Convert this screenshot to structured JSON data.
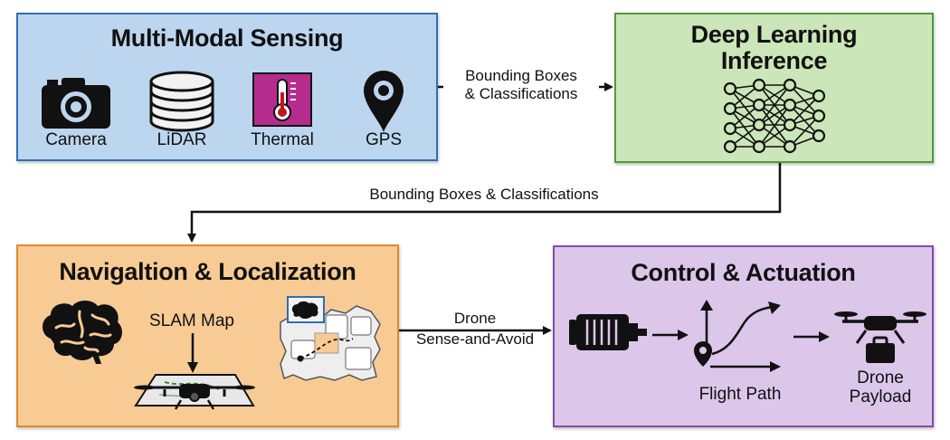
{
  "colors": {
    "sensing_fill": "#bcd6ef",
    "sensing_border": "#2f6fb4",
    "inference_fill": "#cbe6b8",
    "inference_border": "#4f9a3b",
    "navigation_fill": "#f8cb94",
    "navigation_border": "#e08a2a",
    "control_fill": "#dcc6ea",
    "control_border": "#7e4ea8",
    "thermal_fill": "#b62c8e"
  },
  "sensing": {
    "title": "Multi-Modal Sensing",
    "sensors": [
      {
        "label": "Camera",
        "icon": "camera-icon"
      },
      {
        "label": "LiDAR",
        "icon": "lidar-icon"
      },
      {
        "label": "Thermal",
        "icon": "thermometer-icon"
      },
      {
        "label": "GPS",
        "icon": "map-pin-icon"
      }
    ]
  },
  "inference": {
    "title_line1": "Deep Learning",
    "title_line2": "Inference",
    "icon": "neural-network-icon"
  },
  "navigation": {
    "title": "Navigaltion & Localization",
    "slam_label": "SLAM Map",
    "icons": [
      "brain-icon",
      "drone-on-map-icon",
      "floor-map-icon"
    ]
  },
  "control": {
    "title": "Control & Actuation",
    "flight_path_label": "Flight Path",
    "payload_line1": "Drone",
    "payload_line2": "Payload",
    "icons": [
      "motor-icon",
      "flight-path-icon",
      "drone-payload-icon"
    ]
  },
  "connectors": {
    "sensing_to_inference_line1": "Bounding Boxes",
    "sensing_to_inference_line2": "& Classifications",
    "inference_to_navigation": "Bounding Boxes & Classifications",
    "navigation_to_control_line1": "Drone",
    "navigation_to_control_line2": "Sense-and-Avoid"
  }
}
